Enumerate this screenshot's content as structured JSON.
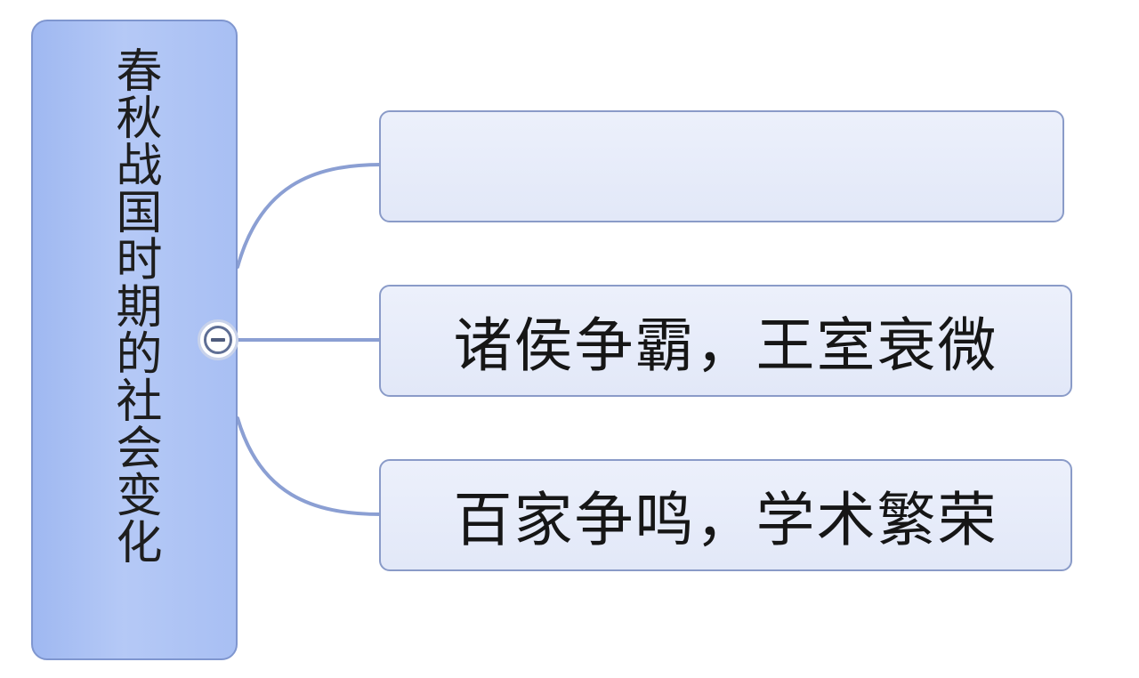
{
  "mindmap": {
    "root": {
      "title": "春秋战国时期的社会变化"
    },
    "branches": [
      {
        "label": ""
      },
      {
        "label": "诸侯争霸，王室衰微"
      },
      {
        "label": "百家争鸣，学术繁荣"
      }
    ],
    "toggle": {
      "state": "expanded",
      "icon": "collapse-minus-icon"
    },
    "colors": {
      "root_fill": "#a8bff3",
      "root_border": "#7f96cf",
      "branch_fill": "#e6ebf9",
      "branch_border": "#8a9bc8",
      "connector": "#8b9fd3"
    }
  }
}
